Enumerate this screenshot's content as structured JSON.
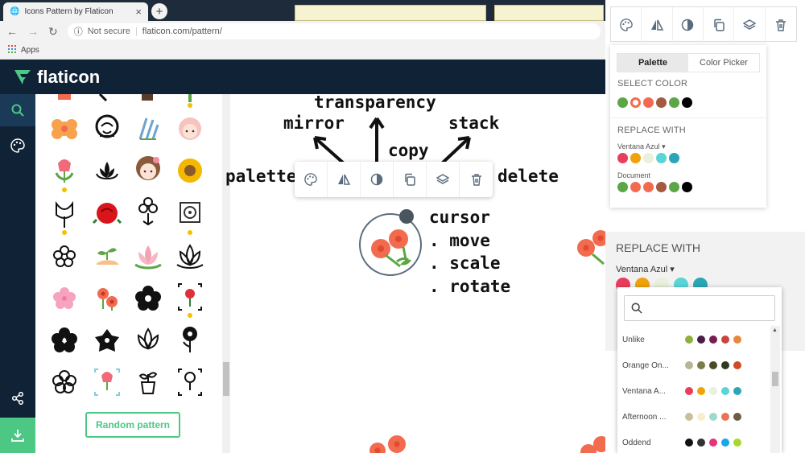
{
  "browser": {
    "tab_title": "Icons Pattern by Flaticon",
    "not_secure": "Not secure",
    "url": "flaticon.com/pattern/",
    "bookmarks_apps": "Apps"
  },
  "site": {
    "brand": "flaticon"
  },
  "icons_panel": {
    "random_label": "Random pattern"
  },
  "annotations": {
    "transparency": "transparency",
    "mirror": "mirror",
    "copy": "copy",
    "stack": "stack",
    "palette": "palette",
    "delete": "delete",
    "cursor": "cursor",
    "move": ". move",
    "scale": ". scale",
    "rotate": ". rotate"
  },
  "toolbar": {
    "tools": [
      "palette-icon",
      "mirror-icon",
      "transparency-icon",
      "copy-icon",
      "stack-icon",
      "delete-icon"
    ]
  },
  "palette_panel": {
    "tabs": [
      "Palette",
      "Color Picker"
    ],
    "select_color_label": "SELECT COLOR",
    "select_colors": [
      "#5ca645",
      "#f26b4f",
      "#f26b4f",
      "#a45a3f",
      "#5ca645",
      "#000000"
    ],
    "replace_with_label": "REPLACE WITH",
    "palettes": [
      {
        "name": "Ventana Azul",
        "colors": [
          "#e83e5c",
          "#f0a20a",
          "#e9f0dc",
          "#5ad4d6",
          "#2aa6b4"
        ]
      },
      {
        "name": "Document",
        "colors": [
          "#5ca645",
          "#f26b4f",
          "#f26b4f",
          "#a45a3f",
          "#5ca645",
          "#000000"
        ]
      }
    ]
  },
  "lower_panel": {
    "replace_with_label": "REPLACE WITH",
    "selected": "Ventana Azul",
    "colors": [
      "#e83e5c",
      "#f0a20a",
      "#e9f0dc",
      "#5ad4d6",
      "#2aa6b4"
    ]
  },
  "dropdown": {
    "options": [
      {
        "name": "Unlike",
        "colors": [
          "#8db03a",
          "#4a1c46",
          "#7a1c4e",
          "#c9453e",
          "#e6893a"
        ]
      },
      {
        "name": "Orange On...",
        "colors": [
          "#b8b496",
          "#7d7a4a",
          "#4a4a26",
          "#2f3a20",
          "#d24a22"
        ]
      },
      {
        "name": "Ventana A...",
        "colors": [
          "#e83e5c",
          "#f0a20a",
          "#e9f0dc",
          "#5ad4d6",
          "#2aa6b4"
        ]
      },
      {
        "name": "Afternoon ...",
        "colors": [
          "#c9c09a",
          "#f5efcd",
          "#9fd8cf",
          "#e8735a",
          "#6e5a48"
        ]
      },
      {
        "name": "Oddend",
        "colors": [
          "#111111",
          "#333333",
          "#e8337a",
          "#1aa6e8",
          "#a8d830"
        ]
      }
    ]
  },
  "colors": {
    "brand_green": "#4dc884",
    "navy": "#0f2236",
    "flower_red": "#f26b4f"
  }
}
